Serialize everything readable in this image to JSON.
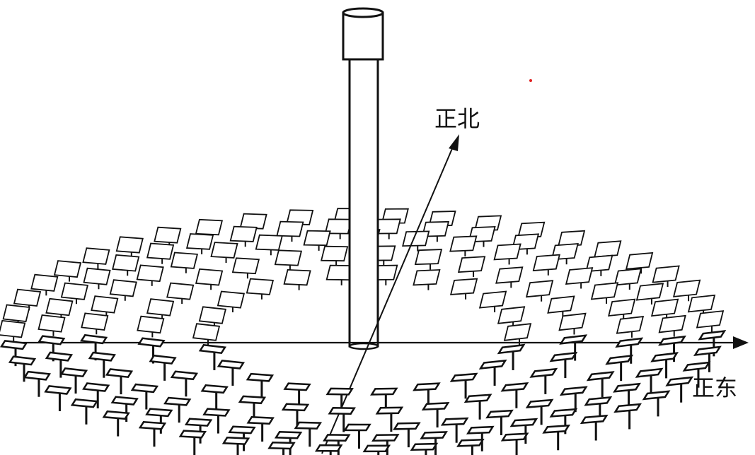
{
  "diagram": {
    "labels": {
      "north": "正北",
      "east": "正东"
    },
    "colors": {
      "ink": "#111111",
      "background": "#ffffff",
      "marker": "#e02020"
    },
    "heliostat_rings": 5
  }
}
